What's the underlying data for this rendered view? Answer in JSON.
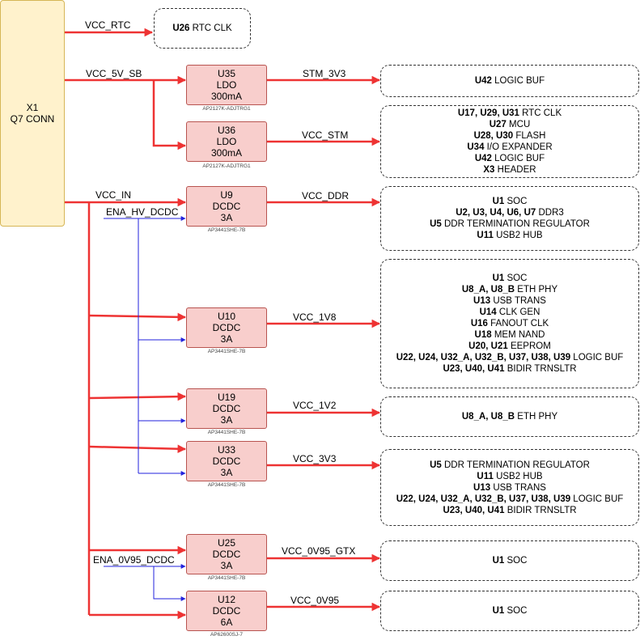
{
  "connector": {
    "ref": "X1",
    "name": "Q7 CONN"
  },
  "nets": {
    "rtc": "VCC_RTC",
    "sb": "VCC_5V_SB",
    "in": "VCC_IN",
    "ena_hv": "ENA_HV_DCDC",
    "ena_0v95": "ENA_0V95_DCDC",
    "stm3v3": "STM_3V3",
    "stm": "VCC_STM",
    "ddr": "VCC_DDR",
    "v1v8": "VCC_1V8",
    "v1v2": "VCC_1V2",
    "v3v3": "VCC_3V3",
    "gtx": "VCC_0V95_GTX",
    "v0v95": "VCC_0V95"
  },
  "regulators": {
    "u35": {
      "ref": "U35",
      "type": "LDO",
      "rating": "300mA",
      "part": "AP2127K-ADJTRG1"
    },
    "u36": {
      "ref": "U36",
      "type": "LDO",
      "rating": "300mA",
      "part": "AP2127K-ADJTRG1"
    },
    "u9": {
      "ref": "U9",
      "type": "DCDC",
      "rating": "3A",
      "part": "AP3441SHE-7B"
    },
    "u10": {
      "ref": "U10",
      "type": "DCDC",
      "rating": "3A",
      "part": "AP3441SHE-7B"
    },
    "u19": {
      "ref": "U19",
      "type": "DCDC",
      "rating": "3A",
      "part": "AP3441SHE-7B"
    },
    "u33": {
      "ref": "U33",
      "type": "DCDC",
      "rating": "3A",
      "part": "AP3441SHE-7B"
    },
    "u25": {
      "ref": "U25",
      "type": "DCDC",
      "rating": "3A",
      "part": "AP3441SHE-7B"
    },
    "u12": {
      "ref": "U12",
      "type": "DCDC",
      "rating": "6A",
      "part": "AP62600SJ-7"
    }
  },
  "loads": {
    "rtc": [
      {
        "refs": "U26",
        "desc": " RTC CLK"
      }
    ],
    "stm3v3": [
      {
        "refs": "U42",
        "desc": " LOGIC BUF"
      }
    ],
    "stm": [
      {
        "refs": "U17, U29, U31",
        "desc": " RTC CLK"
      },
      {
        "refs": "U27",
        "desc": " MCU"
      },
      {
        "refs": "U28, U30",
        "desc": " FLASH"
      },
      {
        "refs": "U34",
        "desc": " I/O EXPANDER"
      },
      {
        "refs": "U42",
        "desc": " LOGIC BUF"
      },
      {
        "refs": "X3",
        "desc": " HEADER"
      }
    ],
    "ddr": [
      {
        "refs": "U1",
        "desc": " SOC"
      },
      {
        "refs": "U2, U3, U4, U6, U7",
        "desc": " DDR3"
      },
      {
        "refs": "U5",
        "desc": " DDR TERMINATION REGULATOR"
      },
      {
        "refs": "U11",
        "desc": " USB2 HUB"
      }
    ],
    "v1v8": [
      {
        "refs": "U1",
        "desc": " SOC"
      },
      {
        "refs": "U8_A, U8_B",
        "desc": " ETH PHY"
      },
      {
        "refs": "U13",
        "desc": " USB TRANS"
      },
      {
        "refs": "U14",
        "desc": " CLK GEN"
      },
      {
        "refs": "U16",
        "desc": " FANOUT CLK"
      },
      {
        "refs": "U18",
        "desc": " MEM NAND"
      },
      {
        "refs": "U20, U21",
        "desc": " EEPROM"
      },
      {
        "refs": "U22, U24, U32_A, U32_B, U37, U38, U39",
        "desc": " LOGIC BUF"
      },
      {
        "refs": "U23, U40, U41",
        "desc": " BIDIR TRNSLTR"
      }
    ],
    "v1v2": [
      {
        "refs": "U8_A, U8_B",
        "desc": " ETH PHY"
      }
    ],
    "v3v3": [
      {
        "refs": "U5",
        "desc": " DDR TERMINATION REGULATOR"
      },
      {
        "refs": "U11",
        "desc": " USB2 HUB"
      },
      {
        "refs": "U13",
        "desc": " USB TRANS"
      },
      {
        "refs": "U22, U24, U32_A, U32_B, U37, U38, U39",
        "desc": " LOGIC BUF"
      },
      {
        "refs": "U23, U40, U41",
        "desc": " BIDIR TRNSLTR"
      }
    ],
    "gtx": [
      {
        "refs": "U1",
        "desc": " SOC"
      }
    ],
    "v0v95": [
      {
        "refs": "U1",
        "desc": " SOC"
      }
    ]
  },
  "colors": {
    "power_line": "#ee3333",
    "enable_line": "#2222dd",
    "regulator_fill": "#f8cecc",
    "regulator_border": "#b85450",
    "connector_fill": "#fff2cc",
    "connector_border": "#d6b656"
  }
}
